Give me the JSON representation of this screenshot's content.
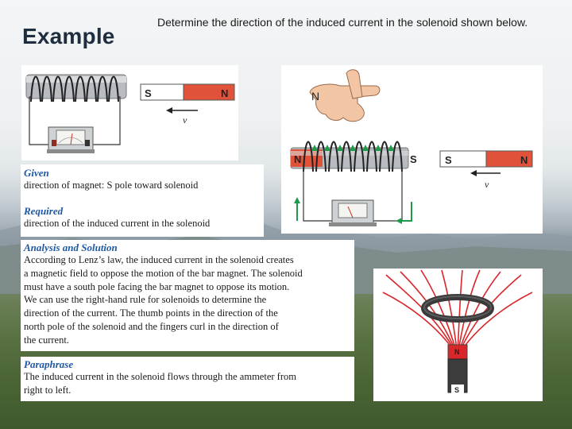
{
  "slide": {
    "title": "Example",
    "prompt": "Determine the direction of the induced current in the solenoid shown below."
  },
  "given": {
    "heading": "Given",
    "text": "direction of magnet: S pole toward solenoid"
  },
  "required": {
    "heading": "Required",
    "text": "direction of the induced current in the solenoid"
  },
  "analysis": {
    "heading": "Analysis and Solution",
    "lines": [
      "According to Lenz’s law, the induced current in the solenoid creates",
      "a magnetic field to oppose the motion of the bar magnet. The solenoid",
      "must have a south pole facing the bar magnet to oppose its motion.",
      "We can use the right-hand rule for solenoids to determine the",
      "direction of the current. The thumb points in the direction of the",
      "north pole of the solenoid and the fingers curl in the direction of",
      "the current."
    ]
  },
  "paraphrase": {
    "heading": "Paraphrase",
    "lines": [
      "The induced current in the solenoid flows through the ammeter from",
      "right to left."
    ]
  },
  "figures": {
    "magnet_s": "S",
    "magnet_n": "N",
    "velocity": "v",
    "hand_n": "N",
    "solenoid_n": "N",
    "solenoid_s": "S",
    "ring_magnet_n": "N",
    "ring_magnet_s": "S"
  },
  "colors": {
    "title": "#1e2e3f",
    "heading": "#1f58a3",
    "magnet_red": "#e0533a",
    "field_line_red": "#d9262a",
    "current_green": "#1f9a4a"
  }
}
